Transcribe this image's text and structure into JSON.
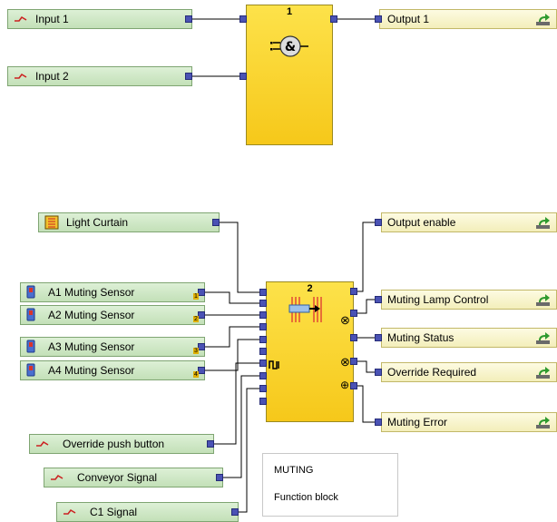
{
  "diagram1": {
    "inputs": [
      "Input 1",
      "Input 2"
    ],
    "block_number": "1",
    "output": "Output 1"
  },
  "diagram2": {
    "light_curtain": "Light Curtain",
    "sensors": [
      "A1 Muting Sensor",
      "A2 Muting Sensor",
      "A3 Muting Sensor",
      "A4 Muting Sensor"
    ],
    "sensor_badges": [
      "1",
      "2",
      "3",
      "4"
    ],
    "signals": [
      "Override push button",
      "Conveyor Signal",
      "C1 Signal"
    ],
    "block_number": "2",
    "outputs": [
      "Output enable",
      "Muting Lamp Control",
      "Muting Status",
      "Override Required",
      "Muting Error"
    ]
  },
  "note": {
    "title": "MUTING",
    "subtitle": "Function block"
  }
}
